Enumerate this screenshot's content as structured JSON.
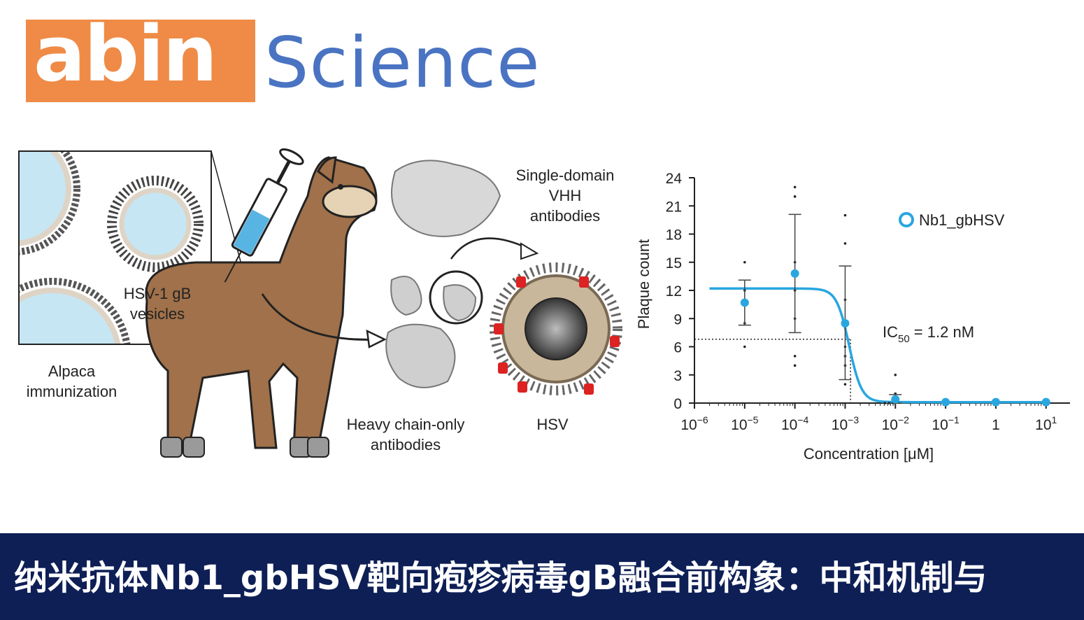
{
  "brand": {
    "logo_text": "abin",
    "science_text": "Science",
    "orange": "#ef8b46",
    "blue": "#4a74c2"
  },
  "illustration": {
    "inset_label": "HSV-1 gB\nvesicles",
    "alpaca_label": "Alpaca\nimmunization",
    "vhh_label": "Single-domain\nVHH\nantibodies",
    "heavy_label": "Heavy chain-only\nantibodies",
    "hsv_label": "HSV"
  },
  "banner": {
    "text": "纳米抗体Nb1_gbHSV靶向疱疹病毒gB融合前构象：中和机制与",
    "bg": "#0e1f56"
  },
  "chart_data": {
    "type": "scatter",
    "title": "",
    "xlabel": "Concentration [μM]",
    "ylabel": "Plaque count",
    "x_scale": "log",
    "xlim": [
      1e-06,
      30
    ],
    "ylim": [
      0,
      24
    ],
    "yticks": [
      0,
      3,
      6,
      9,
      12,
      15,
      18,
      21,
      24
    ],
    "xtick_labels": [
      {
        "base": "10",
        "exp": "−6"
      },
      {
        "base": "10",
        "exp": "−5"
      },
      {
        "base": "10",
        "exp": "−4"
      },
      {
        "base": "10",
        "exp": "−3"
      },
      {
        "base": "10",
        "exp": "−2"
      },
      {
        "base": "10",
        "exp": "−1"
      },
      {
        "base": "1",
        "exp": ""
      },
      {
        "base": "10",
        "exp": "1"
      }
    ],
    "legend": "Nb1_gbHSV",
    "legend_position": "top-right",
    "color": "#29a6df",
    "annotation": {
      "prefix": "IC",
      "sub": "50",
      "suffix": " = 1.2 nM"
    },
    "ic50_level": 6.8,
    "series": [
      {
        "name": "Nb1_gbHSV",
        "x": [
          1e-05,
          0.0001,
          0.001,
          0.01,
          0.1,
          1,
          10
        ],
        "mean": [
          10.7,
          13.8,
          8.5,
          0.4,
          0.1,
          0.1,
          0.1
        ],
        "err_low": [
          8.3,
          7.5,
          2.5,
          0.0,
          0.0,
          0.0,
          0.0
        ],
        "err_high": [
          13.1,
          20.1,
          14.6,
          0.9,
          0.2,
          0.2,
          0.2
        ]
      }
    ],
    "replicates": [
      {
        "x": 1e-05,
        "y": [
          6,
          8.5,
          11,
          12,
          15
        ]
      },
      {
        "x": 0.0001,
        "y": [
          4,
          5,
          9,
          12,
          15,
          22,
          23
        ]
      },
      {
        "x": 0.001,
        "y": [
          2,
          4,
          5,
          6,
          11,
          17,
          20
        ]
      },
      {
        "x": 0.01,
        "y": [
          0,
          0,
          0,
          1,
          3
        ]
      },
      {
        "x": 0.1,
        "y": [
          0,
          0,
          0,
          0
        ]
      },
      {
        "x": 1,
        "y": [
          0,
          0,
          0,
          0
        ]
      },
      {
        "x": 10,
        "y": [
          0,
          0,
          0,
          0
        ]
      }
    ],
    "fit": {
      "top": 12.2,
      "bottom": 0.1,
      "ic50": 0.0012,
      "hill": 3.5
    }
  }
}
